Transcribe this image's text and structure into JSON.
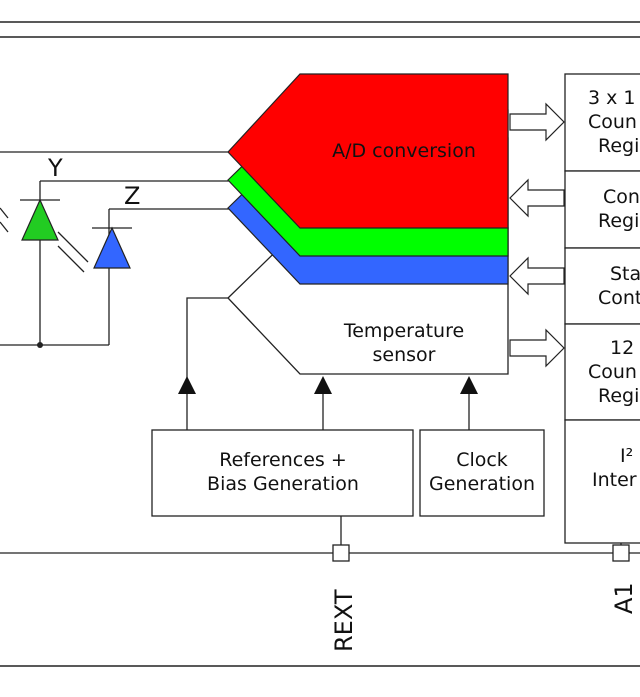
{
  "signals": {
    "y_label": "Y",
    "z_label": "Z"
  },
  "converter": {
    "label": "A/D conversion",
    "color": "#ff0000"
  },
  "layers": {
    "green": "#00ff00",
    "blue": "#3366ff"
  },
  "temperature": {
    "line1": "Temperature",
    "line2": "sensor",
    "color": "#d9d9d9"
  },
  "references_block": {
    "line1": "References +",
    "line2": "Bias Generation"
  },
  "clock_block": {
    "line1": "Clock",
    "line2": "Generation"
  },
  "registers": [
    {
      "line1": "3 x 1",
      "line2": "Coun",
      "line3": "Regi"
    },
    {
      "line1": "Con",
      "line2": "Regi"
    },
    {
      "line1": "Sta",
      "line2": "Cont"
    },
    {
      "line1": "12",
      "line2": "Coun",
      "line3": "Regi"
    },
    {
      "line1": "I²",
      "line2": "Inter"
    }
  ],
  "pins": {
    "rext": "REXT",
    "a1": "A1"
  },
  "colors": {
    "led_green": "#22cc22",
    "led_blue": "#3366ff"
  }
}
